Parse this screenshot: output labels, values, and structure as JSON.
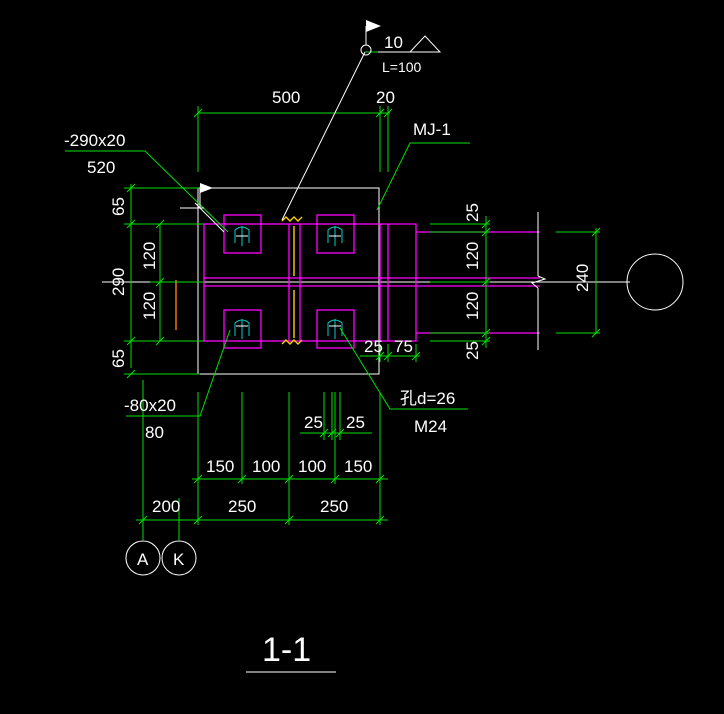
{
  "drawing": {
    "section_title": "1-1",
    "grid_bubbles": [
      "A",
      "K"
    ],
    "weld_note": {
      "size": "10",
      "length": "L=100"
    },
    "callouts": {
      "mj": "MJ-1",
      "plate_top": "-290x20",
      "plate_top_len": "520",
      "plate_bottom": "-80x20",
      "plate_bottom_len": "80",
      "bolt_hole": "孔d=26",
      "bolt": "M24"
    },
    "dims": {
      "top_500": "500",
      "top_20": "20",
      "left_65_top": "65",
      "left_120_a": "120",
      "left_290": "290",
      "left_120_b": "120",
      "left_65_bot": "65",
      "right_25_top": "25",
      "right_120_a": "120",
      "right_120_b": "120",
      "right_25_bot": "25",
      "right_240": "240",
      "mid_25": "25",
      "mid_75": "75",
      "bot_25_a": "25",
      "bot_25_b": "25",
      "bot_150_a": "150",
      "bot_100_a": "100",
      "bot_100_b": "100",
      "bot_150_b": "150",
      "bot_200": "200",
      "bot_250_a": "250",
      "bot_250_b": "250"
    }
  },
  "colors": {
    "background": "#000000",
    "dimension": "#00e000",
    "outline": "#ffffff",
    "steel": "#ff00ff",
    "bolt": "#00d0d0",
    "weld": "#ffd000"
  }
}
